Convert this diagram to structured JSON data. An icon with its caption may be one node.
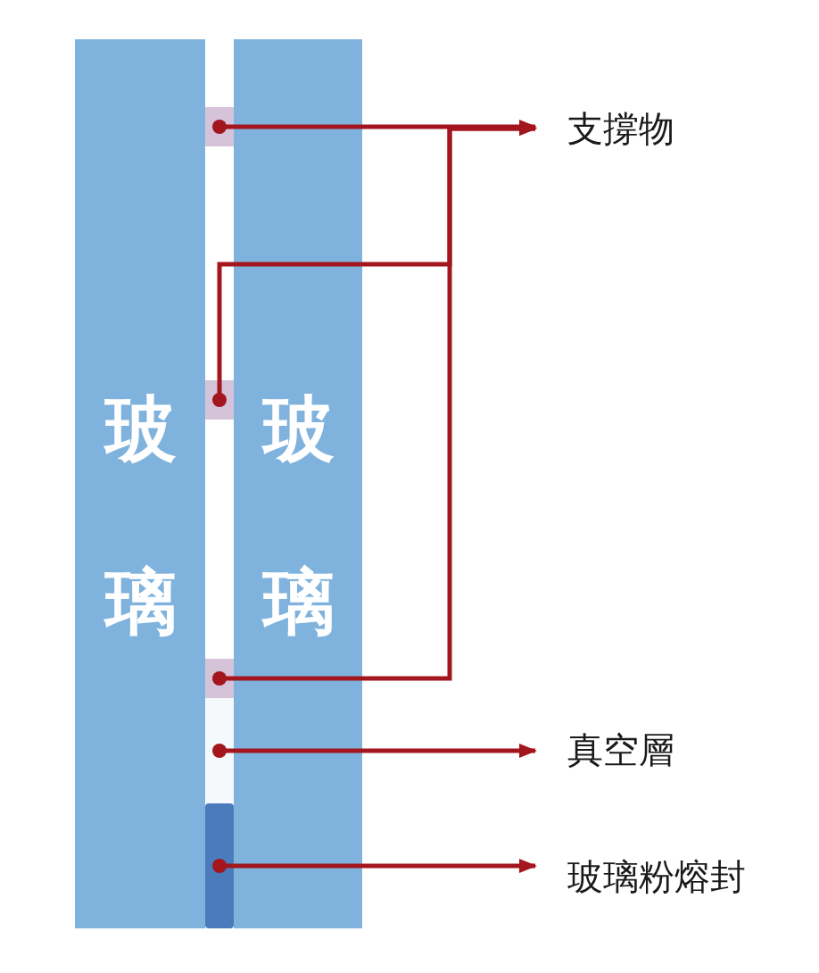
{
  "diagram": {
    "nodes": [
      {
        "text": [
          "玻璃"
        ]
      },
      {
        "text": [
          "玻璃"
        ]
      },
      {
        "text": [],
        "shape": "box"
      },
      {
        "text": [],
        "shape": "box"
      },
      {
        "text": [],
        "shape": "box"
      },
      {
        "text": [],
        "shape": "box"
      },
      {
        "text": [],
        "shape": "bar"
      },
      {
        "text": [
          "支撐物"
        ]
      },
      {
        "text": [
          "真空層"
        ]
      },
      {
        "text": [
          "玻璃粉熔封"
        ]
      }
    ],
    "edges": [
      {
        "from": 2,
        "to": 7,
        "arrow": "to"
      },
      {
        "from": 3,
        "to": 7,
        "arrow": "to"
      },
      {
        "from": 4,
        "to": 7,
        "arrow": "to"
      },
      {
        "from": 5,
        "to": 8,
        "arrow": "to"
      },
      {
        "from": 6,
        "to": 9,
        "arrow": "to"
      }
    ]
  }
}
